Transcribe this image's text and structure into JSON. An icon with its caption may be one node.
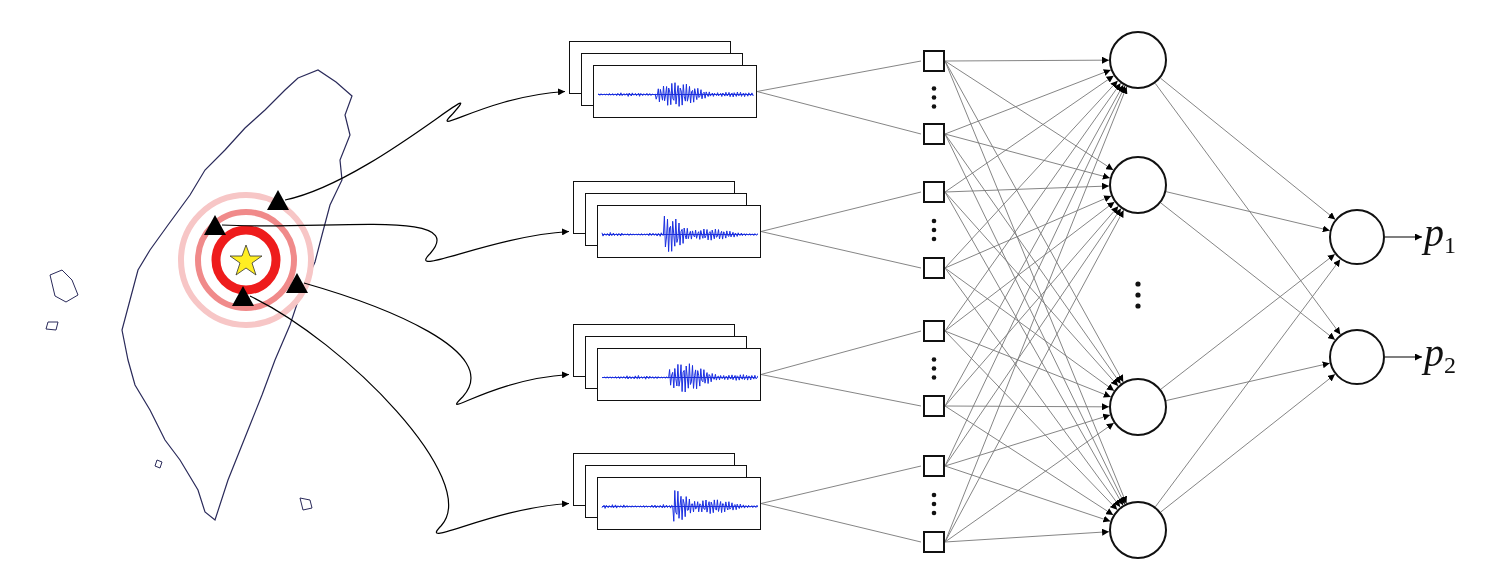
{
  "diagram": {
    "nodes": [
      {
        "text": [],
        "shape": "triangle"
      },
      {
        "text": [],
        "shape": "triangle"
      },
      {
        "text": [],
        "shape": "triangle"
      },
      {
        "text": [],
        "shape": "triangle"
      },
      {
        "text": [],
        "shape": "picture"
      },
      {
        "text": [],
        "shape": "picture"
      },
      {
        "text": [],
        "shape": "picture"
      },
      {
        "text": [],
        "shape": "picture"
      },
      {
        "text": [],
        "shape": "box"
      },
      {
        "text": [],
        "shape": "box"
      },
      {
        "text": [],
        "shape": "box"
      },
      {
        "text": [],
        "shape": "box"
      },
      {
        "text": [],
        "shape": "box"
      },
      {
        "text": [],
        "shape": "box"
      },
      {
        "text": [],
        "shape": "box"
      },
      {
        "text": [],
        "shape": "box"
      },
      {
        "text": [],
        "shape": "circle"
      },
      {
        "text": [],
        "shape": "circle"
      },
      {
        "text": [],
        "shape": "circle"
      },
      {
        "text": [],
        "shape": "circle"
      },
      {
        "text": [],
        "shape": "circle"
      },
      {
        "text": [],
        "shape": "circle"
      },
      {
        "text": [
          "p$_{1}$"
        ]
      },
      {
        "text": [
          "p$_{2}$"
        ]
      }
    ],
    "edges": [
      {
        "from": 0,
        "to": 4,
        "arrow": "to",
        "color": "#000000"
      },
      {
        "from": 1,
        "to": 5,
        "arrow": "to",
        "color": "#000000"
      },
      {
        "from": 2,
        "to": 6,
        "arrow": "to",
        "color": "#000000"
      },
      {
        "from": 3,
        "to": 7,
        "arrow": "to",
        "color": "#000000"
      },
      {
        "from": 4,
        "to": 8,
        "arrow": "none"
      },
      {
        "from": 4,
        "to": 9,
        "arrow": "none"
      },
      {
        "from": 5,
        "to": 10,
        "arrow": "none"
      },
      {
        "from": 5,
        "to": 11,
        "arrow": "none"
      },
      {
        "from": 6,
        "to": 12,
        "arrow": "none"
      },
      {
        "from": 6,
        "to": 13,
        "arrow": "none"
      },
      {
        "from": 7,
        "to": 14,
        "arrow": "none"
      },
      {
        "from": 7,
        "to": 15,
        "arrow": "none"
      },
      {
        "from": 8,
        "to": 16,
        "arrow": "to"
      },
      {
        "from": 8,
        "to": 17,
        "arrow": "to"
      },
      {
        "from": 8,
        "to": 18,
        "arrow": "to"
      },
      {
        "from": 8,
        "to": 19,
        "arrow": "to"
      },
      {
        "from": 9,
        "to": 16,
        "arrow": "to"
      },
      {
        "from": 9,
        "to": 17,
        "arrow": "to"
      },
      {
        "from": 9,
        "to": 18,
        "arrow": "to"
      },
      {
        "from": 9,
        "to": 19,
        "arrow": "to"
      },
      {
        "from": 10,
        "to": 16,
        "arrow": "to"
      },
      {
        "from": 10,
        "to": 17,
        "arrow": "to"
      },
      {
        "from": 10,
        "to": 18,
        "arrow": "to"
      },
      {
        "from": 10,
        "to": 19,
        "arrow": "to"
      },
      {
        "from": 11,
        "to": 16,
        "arrow": "to"
      },
      {
        "from": 11,
        "to": 17,
        "arrow": "to"
      },
      {
        "from": 11,
        "to": 18,
        "arrow": "to"
      },
      {
        "from": 11,
        "to": 19,
        "arrow": "to"
      },
      {
        "from": 12,
        "to": 16,
        "arrow": "to"
      },
      {
        "from": 12,
        "to": 17,
        "arrow": "to"
      },
      {
        "from": 12,
        "to": 18,
        "arrow": "to"
      },
      {
        "from": 12,
        "to": 19,
        "arrow": "to"
      },
      {
        "from": 13,
        "to": 16,
        "arrow": "to"
      },
      {
        "from": 13,
        "to": 17,
        "arrow": "to"
      },
      {
        "from": 13,
        "to": 18,
        "arrow": "to"
      },
      {
        "from": 13,
        "to": 19,
        "arrow": "to"
      },
      {
        "from": 14,
        "to": 16,
        "arrow": "to"
      },
      {
        "from": 14,
        "to": 17,
        "arrow": "to"
      },
      {
        "from": 14,
        "to": 18,
        "arrow": "to"
      },
      {
        "from": 14,
        "to": 19,
        "arrow": "to"
      },
      {
        "from": 15,
        "to": 16,
        "arrow": "to"
      },
      {
        "from": 15,
        "to": 17,
        "arrow": "to"
      },
      {
        "from": 15,
        "to": 18,
        "arrow": "to"
      },
      {
        "from": 15,
        "to": 19,
        "arrow": "to"
      },
      {
        "from": 16,
        "to": 20,
        "arrow": "to"
      },
      {
        "from": 16,
        "to": 21,
        "arrow": "to"
      },
      {
        "from": 17,
        "to": 20,
        "arrow": "to"
      },
      {
        "from": 17,
        "to": 21,
        "arrow": "to"
      },
      {
        "from": 18,
        "to": 20,
        "arrow": "to"
      },
      {
        "from": 18,
        "to": 21,
        "arrow": "to"
      },
      {
        "from": 19,
        "to": 20,
        "arrow": "to"
      },
      {
        "from": 19,
        "to": 21,
        "arrow": "to"
      },
      {
        "from": 20,
        "to": 22,
        "arrow": "to",
        "color": "#000000"
      },
      {
        "from": 21,
        "to": 23,
        "arrow": "to",
        "color": "#000000"
      }
    ]
  }
}
